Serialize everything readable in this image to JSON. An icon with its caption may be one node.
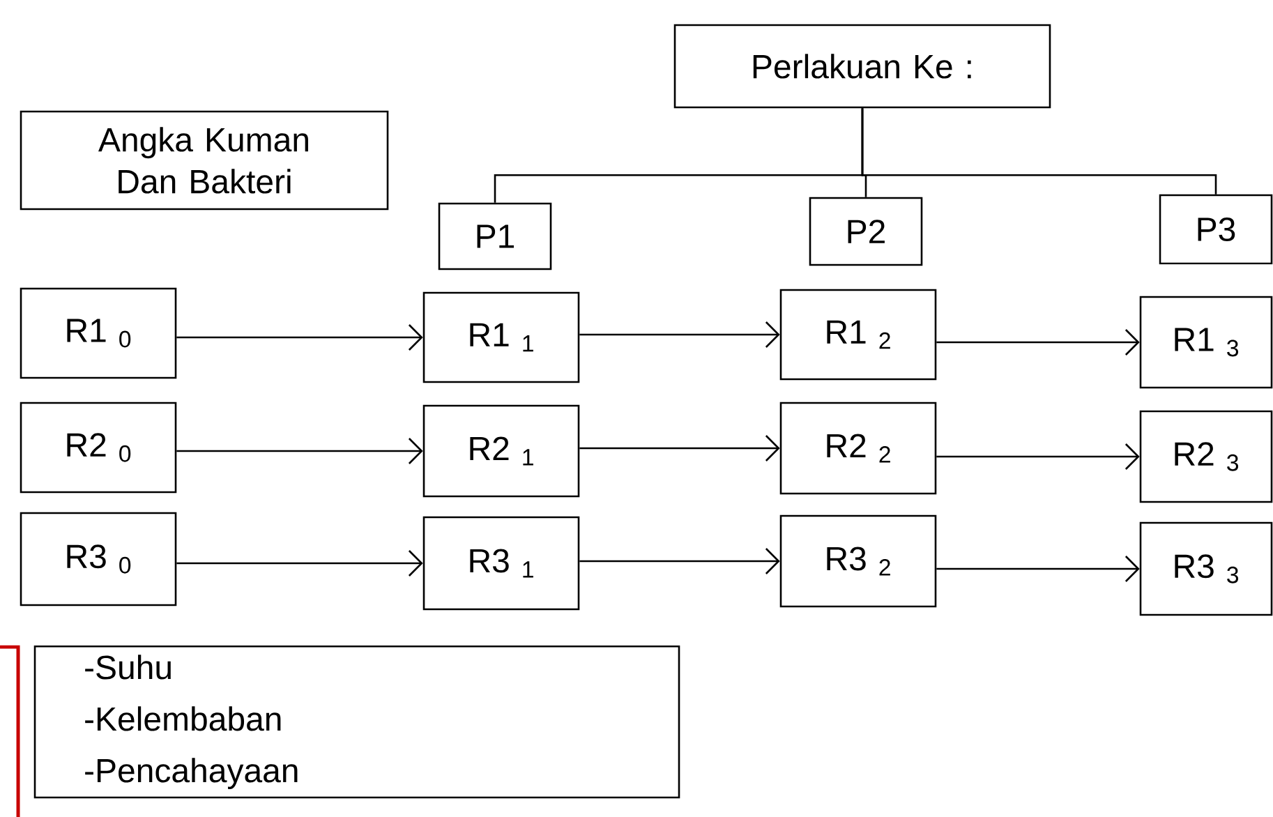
{
  "diagram": {
    "nodes": [
      {
        "text": [
          "Angka Kuman Dan Bakteri"
        ]
      },
      {
        "text": [
          "Perlakuan Ke :"
        ]
      },
      {
        "text": [
          "P1"
        ]
      },
      {
        "text": [
          "P2"
        ]
      },
      {
        "text": [
          "P3"
        ]
      },
      {
        "text": [
          "R1 $_{0}$"
        ]
      },
      {
        "text": [
          "R1 $_{1}$"
        ]
      },
      {
        "text": [
          "R1 $_{2}$"
        ]
      },
      {
        "text": [
          "R1 $_{3}$"
        ]
      },
      {
        "text": [
          "R2 $_{0}$"
        ]
      },
      {
        "text": [
          "R2 $_{1}$"
        ]
      },
      {
        "text": [
          "R2 $_{2}$"
        ]
      },
      {
        "text": [
          "R2 $_{3}$"
        ]
      },
      {
        "text": [
          "R3 $_{0}$"
        ]
      },
      {
        "text": [
          "R3 $_{1}$"
        ]
      },
      {
        "text": [
          "R3 $_{2}$"
        ]
      },
      {
        "text": [
          "R3 $_{3}$"
        ]
      },
      {
        "text": [
          "-Suhu",
          "-Kelembaban",
          "-Pencahayaan"
        ]
      }
    ],
    "edges": [
      {
        "from": 1,
        "to": 2,
        "arrow": "none"
      },
      {
        "from": 1,
        "to": 3,
        "arrow": "none"
      },
      {
        "from": 1,
        "to": 4,
        "arrow": "none"
      },
      {
        "from": 5,
        "to": 6,
        "arrow": "to"
      },
      {
        "from": 6,
        "to": 7,
        "arrow": "to"
      },
      {
        "from": 7,
        "to": 8,
        "arrow": "to"
      },
      {
        "from": 9,
        "to": 10,
        "arrow": "to"
      },
      {
        "from": 10,
        "to": 11,
        "arrow": "to"
      },
      {
        "from": 11,
        "to": 12,
        "arrow": "to"
      },
      {
        "from": 13,
        "to": 14,
        "arrow": "to"
      },
      {
        "from": 14,
        "to": 15,
        "arrow": "to"
      },
      {
        "from": 15,
        "to": 16,
        "arrow": "to"
      }
    ]
  }
}
